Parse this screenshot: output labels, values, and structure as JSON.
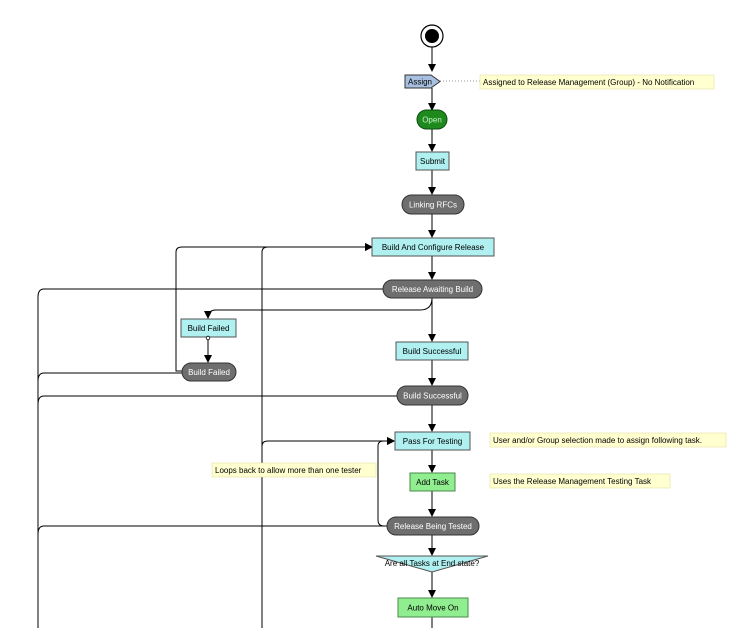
{
  "nodes": {
    "assign": "Assign",
    "open": "Open",
    "submit": "Submit",
    "linking_rfcs": "Linking RFCs",
    "build_and_configure": "Build And Configure Release",
    "release_awaiting_build": "Release Awaiting Build",
    "build_failed_task": "Build Failed",
    "build_failed_state": "Build Failed",
    "build_successful_task": "Build Successful",
    "build_successful_state": "Build Successful",
    "pass_for_testing": "Pass For Testing",
    "add_task": "Add Task",
    "release_being_tested": "Release Being Tested",
    "decision": "Are all Tasks at End state?",
    "auto_move_on": "Auto Move On"
  },
  "notes": {
    "assign_note": "Assigned to Release Management (Group) - No Notification",
    "pass_note": "User and/or Group selection made to assign following task.",
    "add_task_note": "Uses the Release Management Testing Task",
    "loop_note": "Loops back to allow more than one tester"
  },
  "colors": {
    "task_cyan": "#b0f0f0",
    "state_gray": "#6e6e6e",
    "open_green": "#1e8a1e",
    "action_green": "#90ee90",
    "assign_blue": "#a8c0e0",
    "note_bg": "#ffffd0"
  }
}
